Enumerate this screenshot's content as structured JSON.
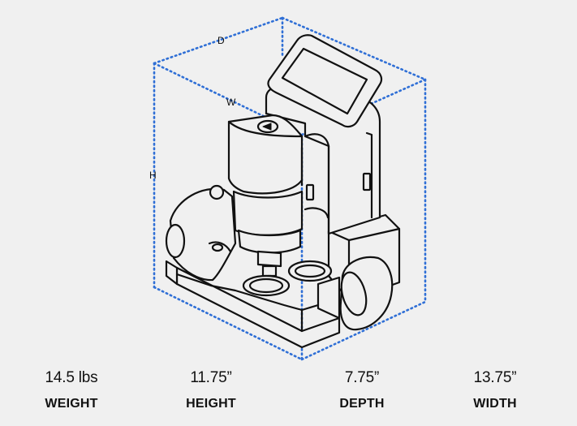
{
  "diagram": {
    "dimension_labels": {
      "depth": "D",
      "width": "W",
      "height": "H"
    },
    "box_color": "#2f6fd6",
    "line_color": "#111111"
  },
  "specs": [
    {
      "value": "14.5 lbs",
      "label": "WEIGHT"
    },
    {
      "value": "11.75”",
      "label": "HEIGHT"
    },
    {
      "value": "7.75”",
      "label": "DEPTH"
    },
    {
      "value": "13.75”",
      "label": "WIDTH"
    }
  ]
}
